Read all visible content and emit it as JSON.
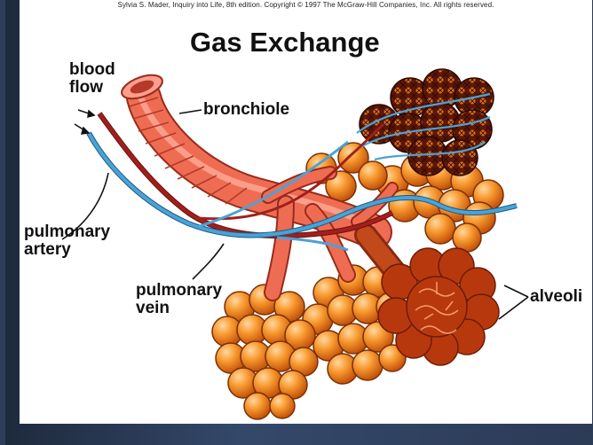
{
  "credit": "Sylvia S. Mader, Inquiry into Life, 8th edition. Copyright © 1997 The McGraw-Hill Companies, Inc. All rights reserved.",
  "title": "Gas Exchange",
  "labels": {
    "blood_flow": [
      "blood",
      "flow"
    ],
    "bronchiole": "bronchiole",
    "pulmonary_artery": [
      "pulmonary",
      "artery"
    ],
    "pulmonary_vein": [
      "pulmonary",
      "vein"
    ],
    "alveoli": "alveoli"
  },
  "colors": {
    "airway": "#ee6d52",
    "alveolus": "#f07f18",
    "artery_vessel": "#4aa3d6",
    "vein_vessel": "#a1201c",
    "capillary_net": "#7a2410"
  },
  "icons": [
    "arrow-icon"
  ]
}
